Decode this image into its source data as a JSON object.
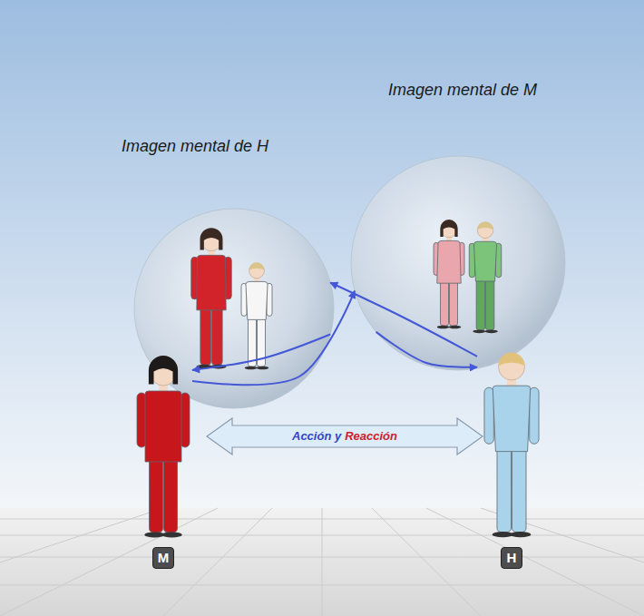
{
  "diagram": {
    "nodes": [
      {
        "text": [
          "Imagen mental de H"
        ]
      },
      {
        "text": [
          "Imagen mental de M"
        ]
      },
      {
        "text": [
          "Acción y",
          "Reacción"
        ]
      },
      {
        "text": [
          "M"
        ]
      },
      {
        "text": [
          "H"
        ]
      }
    ],
    "edges": [
      {
        "from": 4,
        "to": 0,
        "arrow": "to"
      },
      {
        "from": 0,
        "to": 3,
        "arrow": "to"
      },
      {
        "from": 3,
        "to": 1,
        "arrow": "to"
      },
      {
        "from": 1,
        "to": 4,
        "arrow": "to"
      }
    ]
  }
}
